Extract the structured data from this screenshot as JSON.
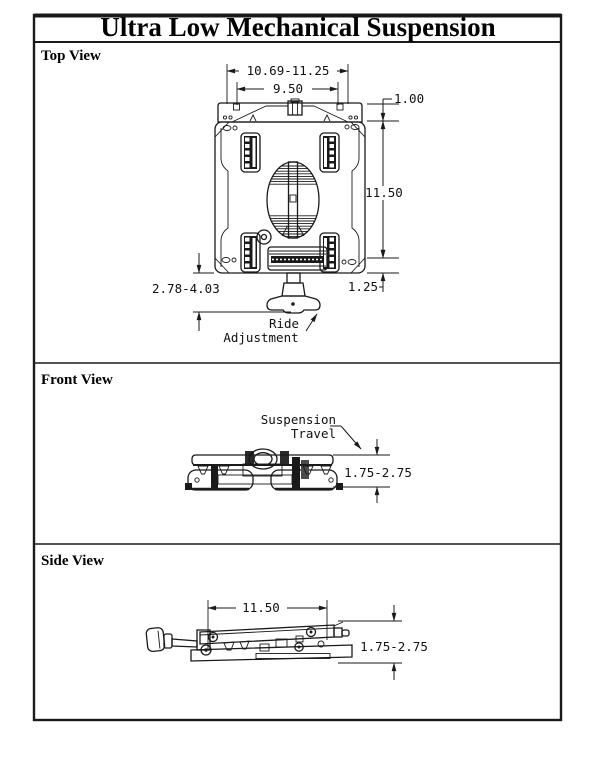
{
  "title": "Ultra Low Mechanical Suspension",
  "top_view": {
    "label": "Top View",
    "dim_overall_width": "10.69-11.25",
    "dim_mount_width": "9.50",
    "dim_top_offset": "1.00",
    "dim_mount_height": "11.50",
    "dim_bottom_offset": "1.25",
    "dim_ride_height": "2.78-4.03",
    "callout_ride_line1": "Ride",
    "callout_ride_line2": "Adjustment"
  },
  "front_view": {
    "label": "Front View",
    "callout_travel_line1": "Suspension",
    "callout_travel_line2": "Travel",
    "dim_travel": "1.75-2.75"
  },
  "side_view": {
    "label": "Side View",
    "dim_length": "11.50",
    "dim_height": "1.75-2.75"
  },
  "colors": {
    "line": "#1a1a1a",
    "background": "#ffffff"
  }
}
